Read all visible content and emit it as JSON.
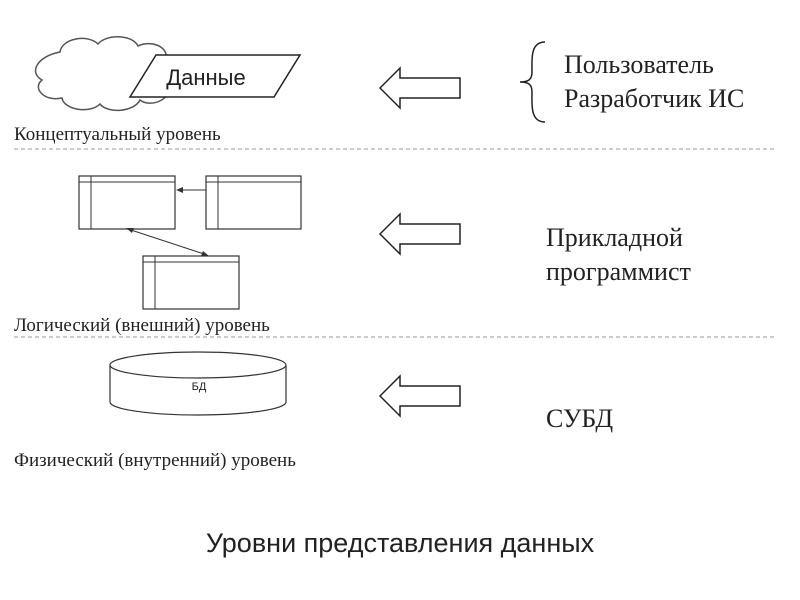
{
  "diagram": {
    "title": "Уровни представления данных",
    "levels": [
      {
        "label": "Концептуальный уровень",
        "role_lines": [
          "Пользователь",
          "Разработчик ИС"
        ]
      },
      {
        "label": "Логический (внешний) уровень",
        "role_lines": [
          "Прикладной",
          "программист"
        ]
      },
      {
        "label": "Физический (внутренний) уровень",
        "role_lines": [
          "СУБД"
        ]
      }
    ],
    "conceptual_shape_label": "Данные",
    "db_label": "БД"
  }
}
